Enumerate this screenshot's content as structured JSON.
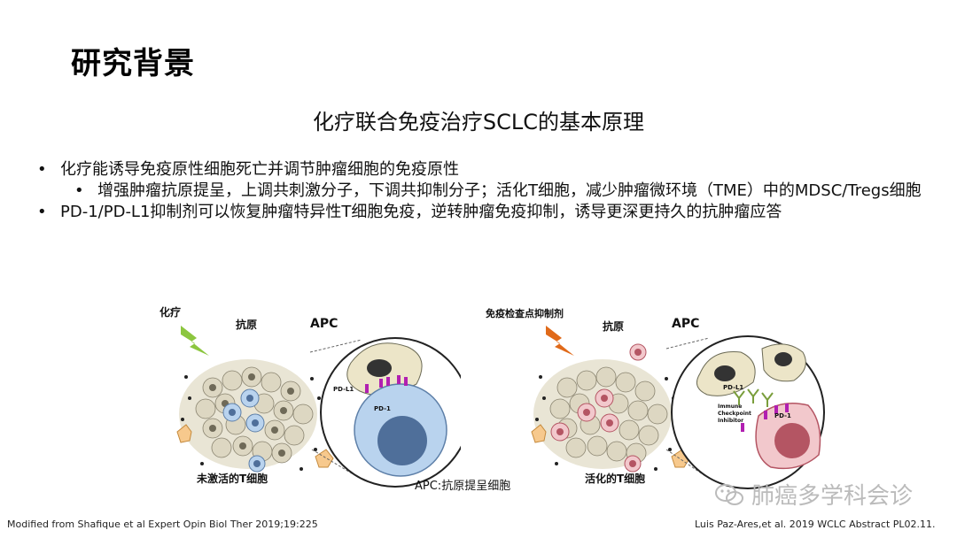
{
  "title": "研究背景",
  "subtitle": "化疗联合免疫治疗SCLC的基本原理",
  "bullets": [
    {
      "level": 1,
      "text": "化疗能诱导免疫原性细胞死亡并调节肿瘤细胞的免疫原性"
    },
    {
      "level": 2,
      "text": "增强肿瘤抗原提呈，上调共刺激分子，下调共抑制分子；活化T细胞，减少肿瘤微环境（TME）中的MDSC/Tregs细胞"
    },
    {
      "level": 1,
      "text": "PD-1/PD-L1抑制剂可以恢复肿瘤特异性T细胞免疫，逆转肿瘤免疫抑制，诱导更深更持久的抗肿瘤应答"
    }
  ],
  "figure_left": {
    "trigger": "化疗",
    "antigen": "抗原",
    "apc": "APC",
    "pdl1": "PD-L1",
    "pd1": "PD-1",
    "caption": "未激活的T细胞"
  },
  "figure_right": {
    "trigger": "免疫检查点抑制剂",
    "antigen": "抗原",
    "apc": "APC",
    "pdl1": "PD-L1",
    "pd1": "PD-1",
    "inhibitor_label": "Immune Checkpoint Inhibitor",
    "caption": "活化的T细胞"
  },
  "apc_definition": "APC:抗原提呈细胞",
  "footer_left": "Modified from Shafique et al Expert Opin Biol Ther 2019;19:225",
  "footer_right": "Luis Paz-Ares,et al. 2019 WCLC Abstract PL02.11.",
  "watermark": "肺癌多学科会诊",
  "colors": {
    "t_cell_inactive": "#b9d3ee",
    "t_cell_active": "#f2c8cc",
    "pd1_receptor": "#b11fb1",
    "inhibitor": "#7a9e3c",
    "chemo_bolt": "#8cc63f",
    "inhibitor_bolt": "#e06a1a",
    "dc_cell": "#f7c98d"
  }
}
